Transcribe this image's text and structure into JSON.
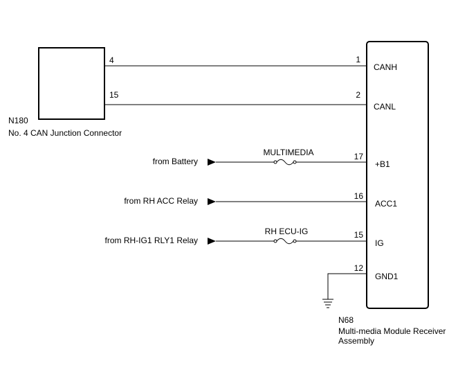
{
  "junction_connector": {
    "code": "N180",
    "name": "No. 4 CAN Junction Connector",
    "pins": [
      "4",
      "15"
    ]
  },
  "receiver": {
    "code": "N68",
    "name_line1": "Multi-media Module Receiver",
    "name_line2": "Assembly",
    "pins": [
      {
        "num": "1",
        "label": "CANH"
      },
      {
        "num": "2",
        "label": "CANL"
      },
      {
        "num": "17",
        "label": "+B1"
      },
      {
        "num": "16",
        "label": "ACC1"
      },
      {
        "num": "15",
        "label": "IG"
      },
      {
        "num": "12",
        "label": "GND1"
      }
    ]
  },
  "sources": [
    {
      "label": "from Battery",
      "fuse": "MULTIMEDIA"
    },
    {
      "label": "from RH ACC Relay",
      "fuse": ""
    },
    {
      "label": "from RH-IG1 RLY1 Relay",
      "fuse": "RH ECU-IG"
    }
  ],
  "colors": {
    "line": "#000000",
    "background": "#ffffff"
  }
}
